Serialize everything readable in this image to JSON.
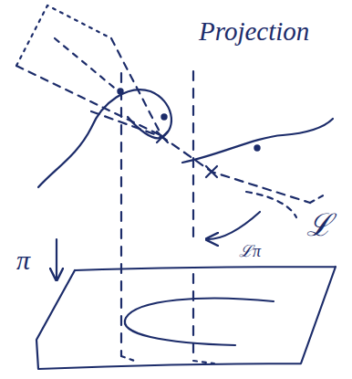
{
  "diagram": {
    "labels": [
      "Projection",
      "π",
      "ℒ",
      "ℒπ"
    ]
  }
}
